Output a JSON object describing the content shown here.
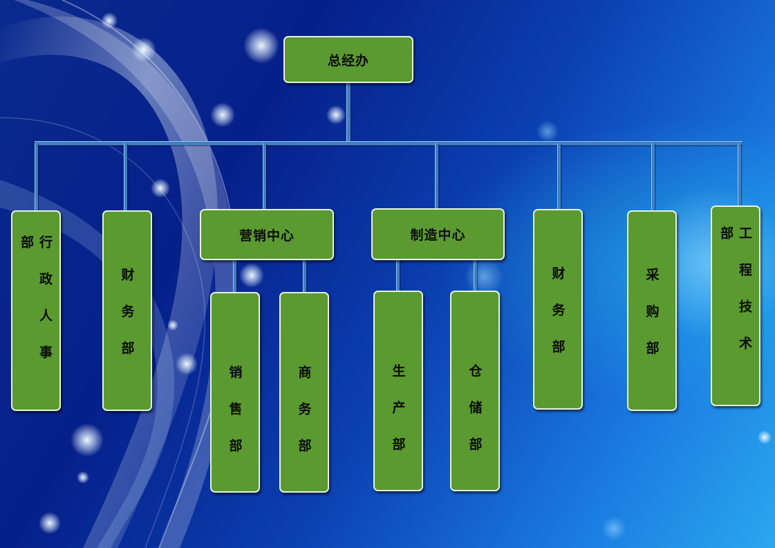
{
  "org_chart": {
    "root": "总经办",
    "departments": [
      {
        "id": "admin-hr",
        "label": "行政人事部"
      },
      {
        "id": "finance-1",
        "label": "财务部"
      },
      {
        "id": "marketing-center",
        "label": "营销中心",
        "children": [
          {
            "id": "sales",
            "label": "销售部"
          },
          {
            "id": "business",
            "label": "商务部"
          }
        ]
      },
      {
        "id": "manufacturing-center",
        "label": "制造中心",
        "children": [
          {
            "id": "production",
            "label": "生产部"
          },
          {
            "id": "warehouse",
            "label": "仓储部"
          }
        ]
      },
      {
        "id": "finance-2",
        "label": "财务部"
      },
      {
        "id": "purchasing",
        "label": "采购部"
      },
      {
        "id": "engineering",
        "label": "工程技术部"
      }
    ]
  }
}
